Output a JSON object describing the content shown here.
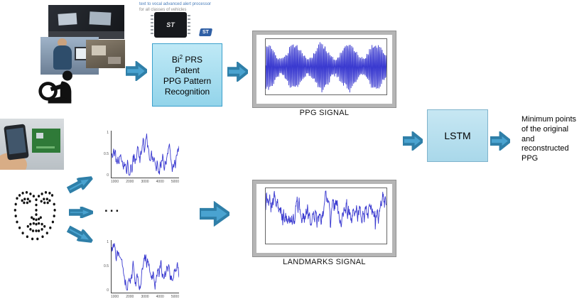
{
  "colors": {
    "arrow_fill": "#4aa3d0",
    "arrow_stroke": "#2f7fa8",
    "box_fill_top": "#bfe9f6",
    "box_fill_bottom": "#93d4ea",
    "box_border": "#3ba0cc",
    "lstm_fill_top": "#c7e7f3",
    "lstm_fill_bottom": "#a9d8ea",
    "lstm_border": "#7fb3cc",
    "signal": "#3a3ad0",
    "frame": "#b5b5b5"
  },
  "chip": {
    "caption_line1": "text to vocal advanced alert processor",
    "caption_line2": "for all classes of vehicles",
    "logo": "ST",
    "logo_small": "ST"
  },
  "process_box": {
    "line1_base": "Bi",
    "line1_sup": "2",
    "line1_rest": " PRS",
    "line2": "Patent",
    "line3": "PPG Pattern",
    "line4": "Recognition"
  },
  "figures": {
    "ppg_caption": "PPG SIGNAL",
    "landmarks_caption": "LANDMARKS SIGNAL"
  },
  "lstm": {
    "label": "LSTM"
  },
  "output": {
    "text": "Minimum points of the original and reconstructed PPG"
  },
  "dots": "...",
  "small_plots": {
    "xticks": [
      "1000",
      "2000",
      "3000",
      "4000",
      "5000"
    ],
    "yticks": [
      "1",
      "0.5",
      "0"
    ]
  },
  "signals": {
    "ppg": {
      "type": "osc",
      "points": 560,
      "seed": 7
    },
    "landmarks": {
      "type": "walk",
      "points": 420,
      "seed": 13,
      "start": 0.38,
      "vol": 0.22,
      "spike_p": 0.03,
      "spike": 0.5
    },
    "small_top": {
      "type": "walk",
      "points": 170,
      "seed": 3,
      "start": 0.45,
      "vol": 0.3,
      "spike_p": 0.02,
      "spike": 0.4
    },
    "small_bottom": {
      "type": "walk",
      "points": 170,
      "seed": 9,
      "start": 0.3,
      "slope": 0.0022,
      "vol": 0.26,
      "spike_p": 0.02,
      "spike": 0.35
    }
  },
  "landmarks_points": [
    [
      20,
      30
    ],
    [
      18,
      38
    ],
    [
      17,
      46
    ],
    [
      18,
      54
    ],
    [
      20,
      62
    ],
    [
      24,
      70
    ],
    [
      29,
      77
    ],
    [
      36,
      82
    ],
    [
      44,
      85
    ],
    [
      52,
      85
    ],
    [
      60,
      82
    ],
    [
      67,
      77
    ],
    [
      72,
      70
    ],
    [
      76,
      62
    ],
    [
      78,
      54
    ],
    [
      79,
      46
    ],
    [
      78,
      38
    ],
    [
      24,
      26
    ],
    [
      29,
      23
    ],
    [
      35,
      22
    ],
    [
      41,
      24
    ],
    [
      46,
      27
    ],
    [
      54,
      27
    ],
    [
      59,
      24
    ],
    [
      65,
      22
    ],
    [
      71,
      23
    ],
    [
      75,
      26
    ],
    [
      50,
      32
    ],
    [
      50,
      39
    ],
    [
      50,
      46
    ],
    [
      50,
      52
    ],
    [
      43,
      56
    ],
    [
      46,
      58
    ],
    [
      50,
      59
    ],
    [
      54,
      58
    ],
    [
      57,
      56
    ],
    [
      28,
      33
    ],
    [
      32,
      31
    ],
    [
      37,
      31
    ],
    [
      40,
      34
    ],
    [
      36,
      36
    ],
    [
      31,
      36
    ],
    [
      58,
      34
    ],
    [
      62,
      31
    ],
    [
      67,
      31
    ],
    [
      71,
      33
    ],
    [
      68,
      36
    ],
    [
      63,
      36
    ],
    [
      37,
      68
    ],
    [
      41,
      65
    ],
    [
      46,
      64
    ],
    [
      50,
      65
    ],
    [
      54,
      64
    ],
    [
      59,
      65
    ],
    [
      63,
      68
    ],
    [
      59,
      72
    ],
    [
      54,
      74
    ],
    [
      50,
      74
    ],
    [
      45,
      74
    ],
    [
      41,
      72
    ]
  ]
}
